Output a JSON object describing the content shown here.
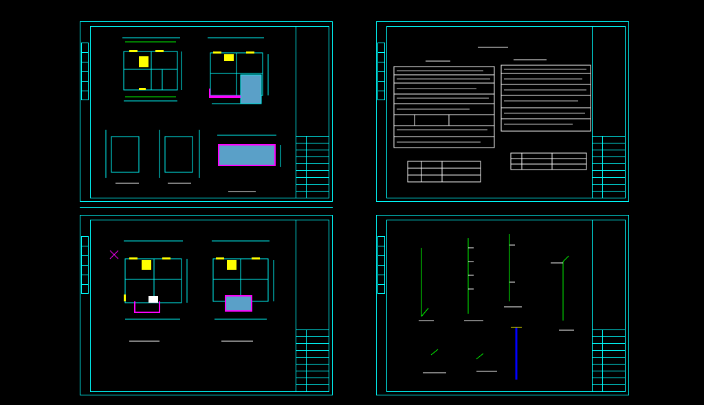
{
  "viewer": {
    "background": "#000000",
    "sheet_border_color": "#00ffff"
  },
  "sheets": [
    {
      "id": "sheet-1",
      "content": "floor-plans-and-sections",
      "captions": [
        "",
        "",
        "",
        "",
        ""
      ],
      "title_block_rows": [
        "",
        "",
        "",
        "",
        "",
        "",
        "",
        "",
        ""
      ]
    },
    {
      "id": "sheet-2",
      "content": "design-notes-and-tables",
      "heading": "",
      "section_titles": [
        "",
        ""
      ],
      "title_block_rows": [
        "",
        "",
        "",
        "",
        "",
        "",
        "",
        "",
        ""
      ]
    },
    {
      "id": "sheet-3",
      "content": "floor-plans",
      "captions": [
        "",
        ""
      ],
      "footnote": "",
      "title_block_rows": [
        "",
        "",
        "",
        "",
        "",
        "",
        "",
        "",
        ""
      ]
    },
    {
      "id": "sheet-4",
      "content": "pipe-system-diagrams",
      "captions": [
        "",
        "",
        "",
        "",
        ""
      ],
      "title_block_rows": [
        "",
        "",
        "",
        "",
        "",
        "",
        "",
        "",
        ""
      ]
    }
  ],
  "colors": {
    "cyan": "#00ffff",
    "yellow": "#ffff00",
    "magenta": "#ff00ff",
    "green": "#00ff00",
    "white": "#ffffff",
    "blue": "#0000ff",
    "hatch": "#5aa0c8"
  }
}
